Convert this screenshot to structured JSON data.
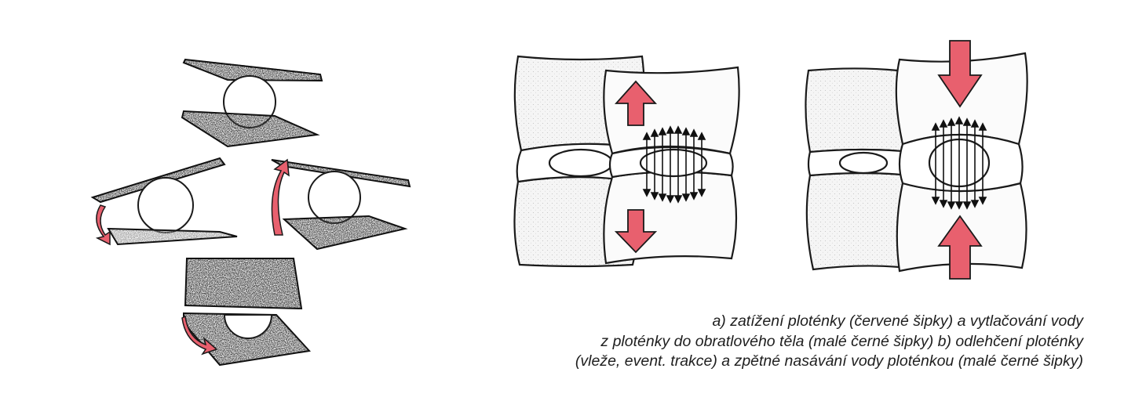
{
  "figure": {
    "caption": {
      "line1": "a) zatížení ploténky (červené šipky) a vytlačování vody",
      "line2": "z ploténky do obratlového těla (malé černé šipky) b) odlehčení ploténky",
      "line3": "(vleže, event. trakce) a zpětné nasávání vody ploténkou (malé černé šipky)"
    },
    "colors": {
      "arrow_red": "#e8606e",
      "plate_dark": "#3a3a3a",
      "stroke": "#1a1a1a",
      "bone_fill": "#f3f3f3"
    },
    "icons": [
      "arrow-up-icon",
      "arrow-down-icon",
      "curved-arrow-icon"
    ]
  }
}
